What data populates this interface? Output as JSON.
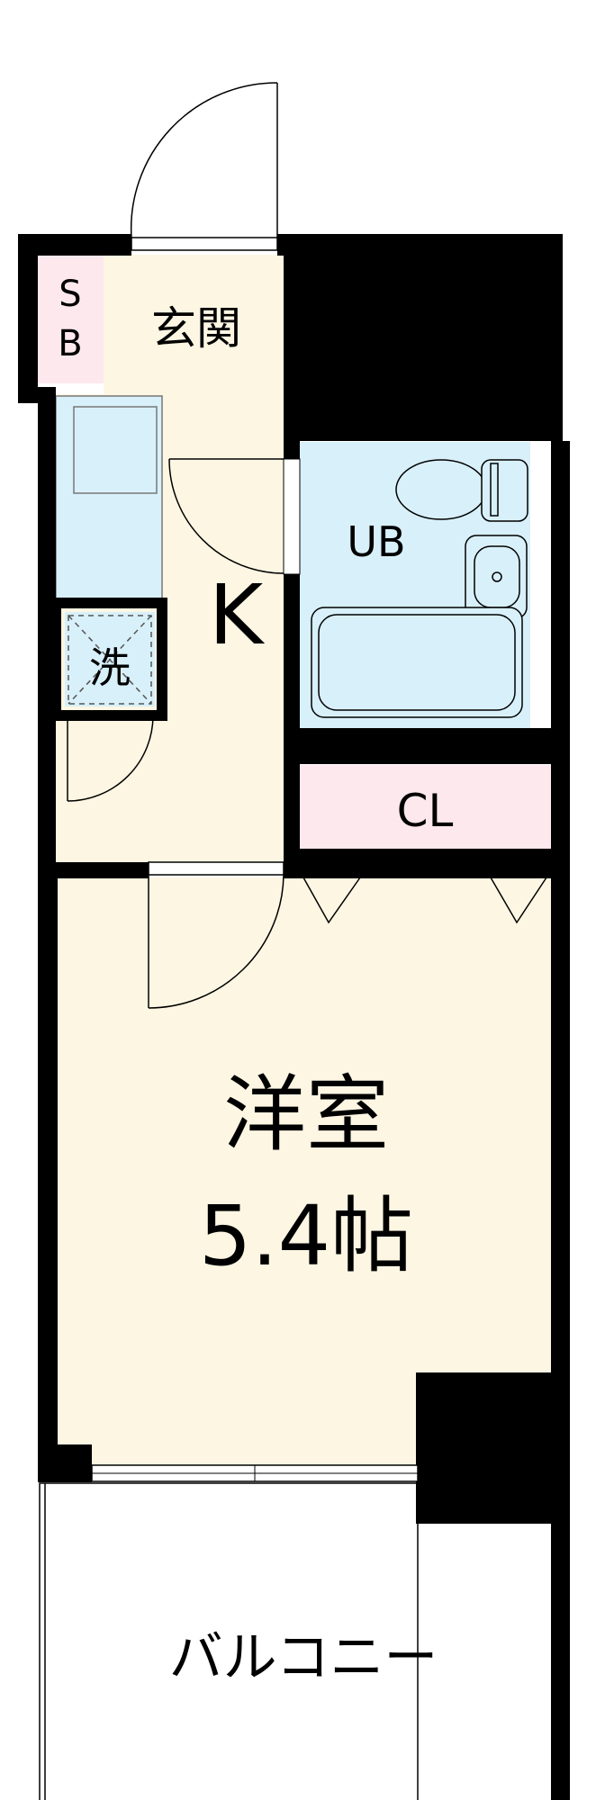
{
  "floorplan": {
    "rooms": {
      "entrance": {
        "label": "玄関",
        "color": "#fdf6e3"
      },
      "shoe_box": {
        "label_line1": "S",
        "label_line2": "B",
        "color": "#fde8ee"
      },
      "kitchen": {
        "label": "K",
        "color": "#fdf6e3"
      },
      "laundry": {
        "label": "洗",
        "color": "#d8f0fa"
      },
      "bath": {
        "label": "UB",
        "color": "#d8f0fa"
      },
      "closet": {
        "label": "CL",
        "color": "#fde8ee"
      },
      "western_room": {
        "label_line1": "洋室",
        "label_line2": "5.4帖",
        "color": "#fdf6e3"
      },
      "balcony": {
        "label": "バルコニー",
        "color": "#ffffff"
      }
    },
    "wall_color": "#000000",
    "fixture_color": "#d8f0fa"
  }
}
